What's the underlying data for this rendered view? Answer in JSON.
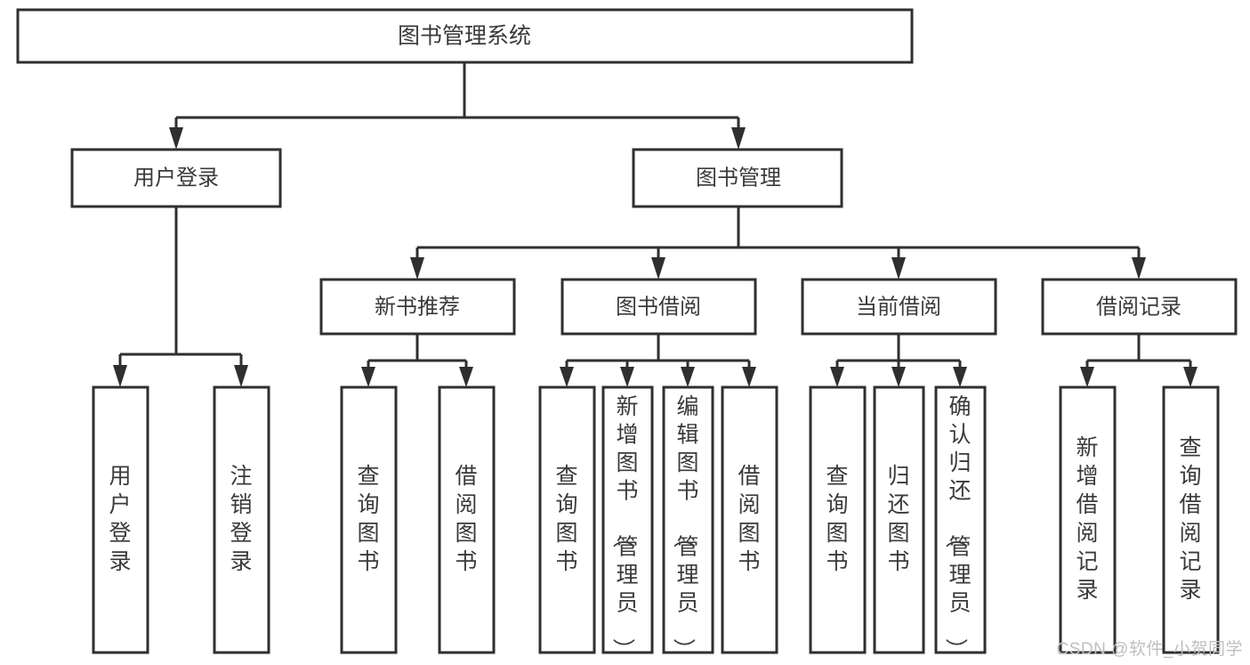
{
  "diagram": {
    "title": "图书管理系统",
    "watermark": "CSDN @软件_小贺同学",
    "colors": {
      "stroke": "#2f2f2f",
      "fill": "#ffffff",
      "text": "#3a3a3a",
      "watermark": "#bfbfbf",
      "background": "#ffffff"
    },
    "root": {
      "label": "图书管理系统",
      "level": 1
    },
    "level2": [
      {
        "label": "用户登录"
      },
      {
        "label": "图书管理"
      }
    ],
    "level3": [
      {
        "label": "新书推荐"
      },
      {
        "label": "图书借阅"
      },
      {
        "label": "当前借阅"
      },
      {
        "label": "借阅记录"
      }
    ],
    "leaves": {
      "user_login": [
        {
          "label": "用户登录"
        },
        {
          "label": "注销登录"
        }
      ],
      "new_book_recommend": [
        {
          "label": "查询图书"
        },
        {
          "label": "借阅图书"
        }
      ],
      "book_borrow": [
        {
          "label": "查询图书"
        },
        {
          "label": "新增图书（管理员）"
        },
        {
          "label": "编辑图书（管理员）"
        },
        {
          "label": "借阅图书"
        }
      ],
      "current_borrow": [
        {
          "label": "查询图书"
        },
        {
          "label": "归还图书"
        },
        {
          "label": "确认归还（管理员）"
        }
      ],
      "borrow_record": [
        {
          "label": "新增借阅记录"
        },
        {
          "label": "查询借阅记录"
        }
      ]
    }
  }
}
